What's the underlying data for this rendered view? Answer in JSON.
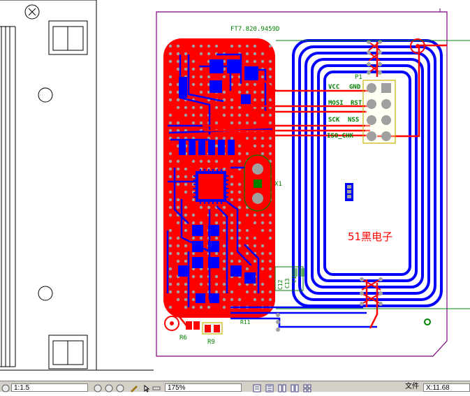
{
  "board": {
    "part_number": "FT7.820.9459D",
    "watermark": "51黑电子",
    "connector": {
      "ref": "P1",
      "pins_left": [
        "VCC",
        "MOSI",
        "SCK",
        "ISO_CHK"
      ],
      "pins_right": [
        "GND",
        "RST",
        "NSS",
        ""
      ]
    },
    "designators": {
      "crystal": "X1",
      "r6": "R6",
      "r9": "R9",
      "r11": "R11",
      "c12": "C12",
      "c13": "C13",
      "c1": "C1"
    },
    "colors": {
      "top_copper": "#ff0000",
      "bottom_copper": "#0000ff",
      "outline": "#800080",
      "silkscreen": "#008000",
      "pad": "#a0a0a0"
    }
  },
  "statusbar": {
    "layer_field": "1:1.5",
    "zoom_field": "175%",
    "coord_field": "X:11.68",
    "extra_text": "文件"
  }
}
